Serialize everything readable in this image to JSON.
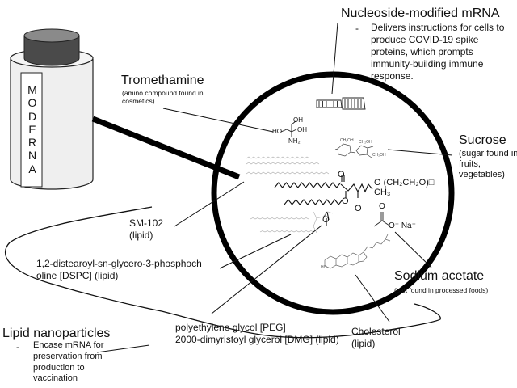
{
  "vial": {
    "label_letters": [
      "M",
      "O",
      "D",
      "E",
      "R",
      "N",
      "A"
    ]
  },
  "labels": {
    "mrna": {
      "title": "Nucleoside-modified mRNA",
      "bullet": "-",
      "lines": [
        "Delivers instructions for cells to",
        "produce COVID-19 spike",
        "proteins, which prompts",
        "immunity-building immune",
        "response."
      ]
    },
    "tromethamine": {
      "title": "Tromethamine",
      "lines": [
        "(amino compound found in",
        "cosmetics)"
      ]
    },
    "sucrose": {
      "title": "Sucrose",
      "lines": [
        "(sugar found in",
        "fruits,",
        "vegetables)"
      ]
    },
    "sm102": {
      "lines": [
        "SM-102",
        "(lipid)"
      ]
    },
    "dspc": {
      "lines": [
        "1,2-distearoyl-sn-glycero-3-phosphoch",
        "oline [DSPC] (lipid)"
      ]
    },
    "sodium_acetate": {
      "title": "Sodium acetate",
      "lines": [
        "(salt found in processed foods)"
      ]
    },
    "peg": {
      "lines": [
        "polyethylene glycol [PEG]",
        "2000-dimyristoyl glycerol [DMG] (lipid)"
      ]
    },
    "cholesterol": {
      "lines": [
        "Cholesterol",
        "(lipid)"
      ]
    },
    "lnp": {
      "title": "Lipid nanoparticles",
      "bullet": "-",
      "lines": [
        "Encase mRNA for",
        "preservation from",
        "production to",
        "vaccination"
      ]
    }
  },
  "chem_text": {
    "oh1": "OH",
    "ho": "HO",
    "oh2": "OH",
    "nh2": "NH₂",
    "peg_o": "O (CH₂CH₂O)□",
    "peg_ch3": "CH₃",
    "o_top": "O",
    "o_a": "O",
    "o_b": "O",
    "o_c": "O",
    "acetate_o": "O",
    "acetate_ion": "O⁻ Na⁺",
    "sucrose_ch2oh_a": "CH₂OH",
    "sucrose_ch2oh_b": "CH₂OH",
    "sucrose_ch2oh_c": "CH₂OH",
    "chol_ho": "HO"
  }
}
